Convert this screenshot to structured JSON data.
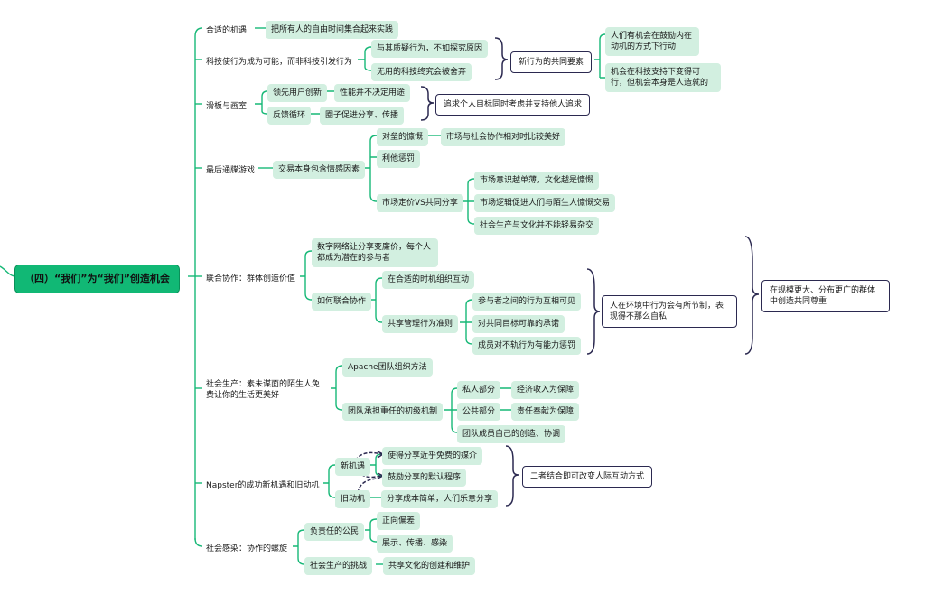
{
  "root": "（四）“我们”为“我们”创造机会",
  "b1": {
    "label": "合适的机遇",
    "c1": "把所有人的自由时间集合起来实践"
  },
  "b2": {
    "label": "科技使行为成为可能，而非科技引发行为",
    "c1": "与其质疑行为，不如探究原因",
    "c2": "无用的科技终究会被舍弃"
  },
  "b2_summary": "新行为的共同要素",
  "b2_sub1": "人们有机会在鼓励内在动机的方式下行动",
  "b2_sub2": "机会在科技支持下变得可行，但机会本身是人造就的",
  "b3": {
    "label": "滑板与画室",
    "c1": "领先用户创新",
    "c1a": "性能并不决定用途",
    "c2": "反馈循环",
    "c2a": "圈子促进分享、传播"
  },
  "b3_summary": "追求个人目标同时考虑并支持他人追求",
  "b4": {
    "label": "最后通牒游戏",
    "c1": "交易本身包含情感因素",
    "c1a": "对垒的慷慨",
    "c1a1": "市场与社会协作相对时比较美好",
    "c1b": "利他惩罚",
    "c1c": "市场定价VS共同分享",
    "c1c1": "市场意识越单薄，文化越是慷慨",
    "c1c2": "市场逻辑促进人们与陌生人慷慨交易",
    "c1c3": "社会生产与文化并不能轻易杂交"
  },
  "b5": {
    "label": "联合协作：群体创造价值",
    "c1": "数字网络让分享变廉价，每个人都成为潜在的参与者",
    "c2": "如何联合协作",
    "c2a": "在合适的时机组织互动",
    "c2b": "共享管理行为准则",
    "c2b1": "参与者之间的行为互相可见",
    "c2b2": "对共同目标可靠的承诺",
    "c2b3": "成员对不轨行为有能力惩罚"
  },
  "b5_summary": "人在环境中行为会有所节制，表现得不那么自私",
  "big_summary": "在规模更大、分布更广的群体中创造共同尊重",
  "b6": {
    "label": "社会生产：素未谋面的陌生人免费让你的生活更美好",
    "c1": "Apache团队组织方法",
    "c2": "团队承担重任的初级机制",
    "c2a": "私人部分",
    "c2a1": "经济收入为保障",
    "c2b": "公共部分",
    "c2b1": "责任奉献为保障",
    "c2c": "团队成员自己的创造、协调"
  },
  "b7": {
    "label": "Napster的成功新机遇和旧动机",
    "c1": "新机遇",
    "c1a": "使得分享近乎免费的媒介",
    "c1b": "鼓励分享的默认程序",
    "c2": "旧动机",
    "c2a": "分享成本简单，人们乐意分享"
  },
  "b7_summary": "二者结合即可改变人际互动方式",
  "b8": {
    "label": "社会感染：协作的螺旋",
    "c1": "负责任的公民",
    "c1a": "正向偏差",
    "c1b": "展示、传播、感染",
    "c2": "社会生产的挑战",
    "c2a": "共享文化的创建和维护"
  }
}
